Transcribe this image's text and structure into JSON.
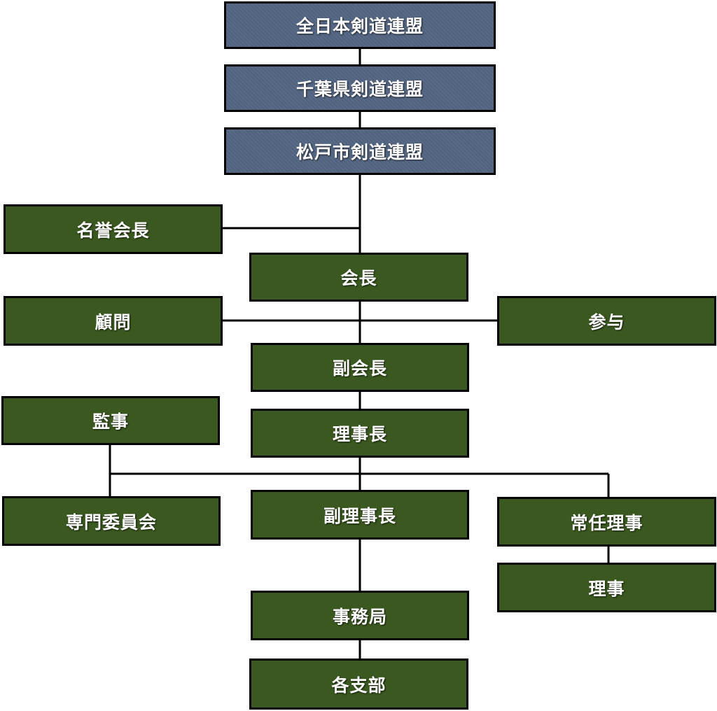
{
  "colors": {
    "federation_fill": "#536582",
    "office_fill": "#3a581f",
    "border": "#000000",
    "text": "#ffffff"
  },
  "nodes": {
    "all_japan": "全日本剣道連盟",
    "chiba": "千葉県剣道連盟",
    "matsudo": "松戸市剣道連盟",
    "honorary_president": "名誉会長",
    "president": "会長",
    "advisor": "顧問",
    "counselor": "参与",
    "vice_president": "副会長",
    "auditor": "監事",
    "chairman": "理事長",
    "committee": "専門委員会",
    "vice_chairman": "副理事長",
    "executive_director": "常任理事",
    "director": "理事",
    "secretariat": "事務局",
    "branches": "各支部"
  }
}
